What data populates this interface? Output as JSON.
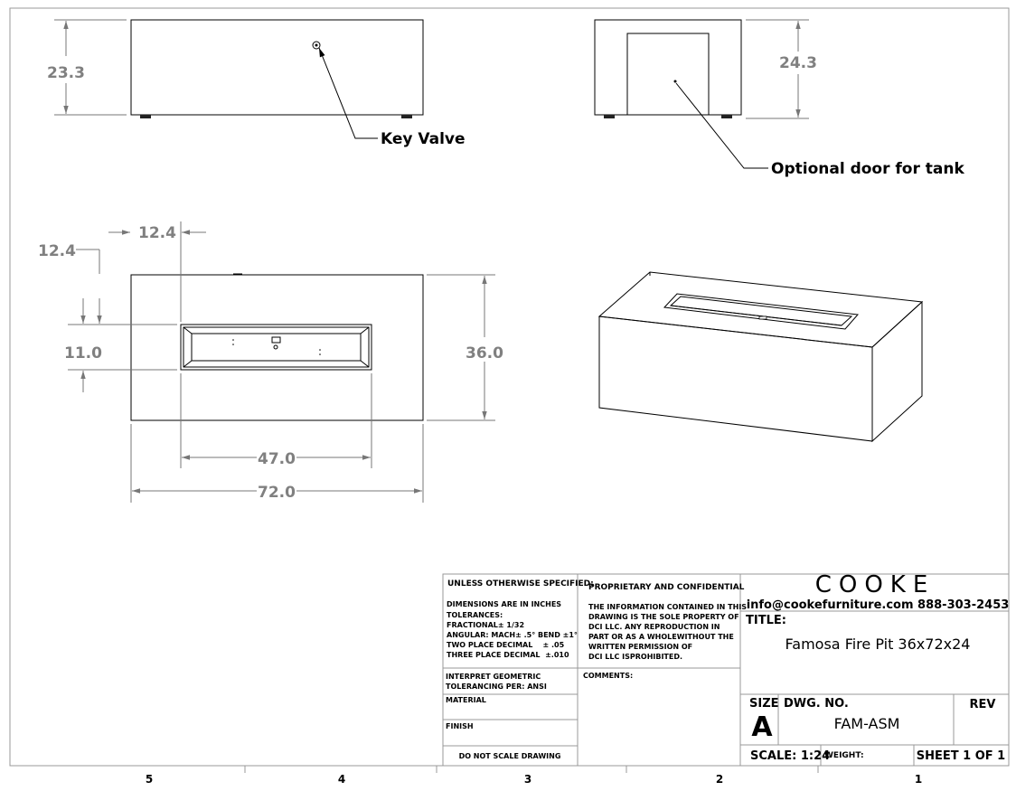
{
  "dimensions": {
    "front_height": "23.3",
    "side_height": "24.3",
    "top_offset_x": "12.4",
    "top_offset_y": "12.4",
    "burner_width": "11.0",
    "overall_depth": "36.0",
    "burner_length": "47.0",
    "overall_length": "72.0"
  },
  "callouts": {
    "key_valve": "Key Valve",
    "optional_door": "Optional door for tank"
  },
  "zones": [
    "5",
    "4",
    "3",
    "2",
    "1"
  ],
  "title_block": {
    "unless_specified": "UNLESS OTHERWISE SPECIFIED:",
    "dims_in_inches": "DIMENSIONS ARE IN INCHES",
    "tolerances": "TOLERANCES:",
    "fractional": "FRACTIONAL± 1/32",
    "angular": "ANGULAR: MACH± .5° BEND ±1°",
    "two_place": "TWO PLACE DECIMAL    ± .05",
    "three_place": "THREE PLACE DECIMAL  ±.010",
    "interpret_1": "INTERPRET GEOMETRIC",
    "interpret_2": "TOLERANCING PER: ANSI",
    "material": "MATERIAL",
    "finish": "FINISH",
    "do_not_scale": "DO NOT SCALE DRAWING",
    "proprietary": "PROPRIETARY AND CONFIDENTIAL",
    "prop_1": "THE INFORMATION CONTAINED IN THIS",
    "prop_2": "DRAWING IS THE SOLE PROPERTY OF",
    "prop_3": "DCI LLC.  ANY REPRODUCTION IN",
    "prop_4": "PART OR AS A WHOLEWITHOUT THE",
    "prop_5": "WRITTEN PERMISSION OF",
    "prop_6": "DCI LLC ISPROHIBITED.",
    "comments": "COMMENTS:",
    "logo": "COOKE",
    "contact": "info@cookefurniture.com 888-303-2453",
    "title_label": "TITLE:",
    "title": "Famosa Fire Pit 36x72x24",
    "size_label": "SIZE",
    "size": "A",
    "dwg_no_label": "DWG.  NO.",
    "dwg_no": "FAM-ASM",
    "rev_label": "REV",
    "scale": "SCALE: 1:24",
    "weight": "WEIGHT:",
    "sheet": "SHEET 1 OF 1"
  }
}
